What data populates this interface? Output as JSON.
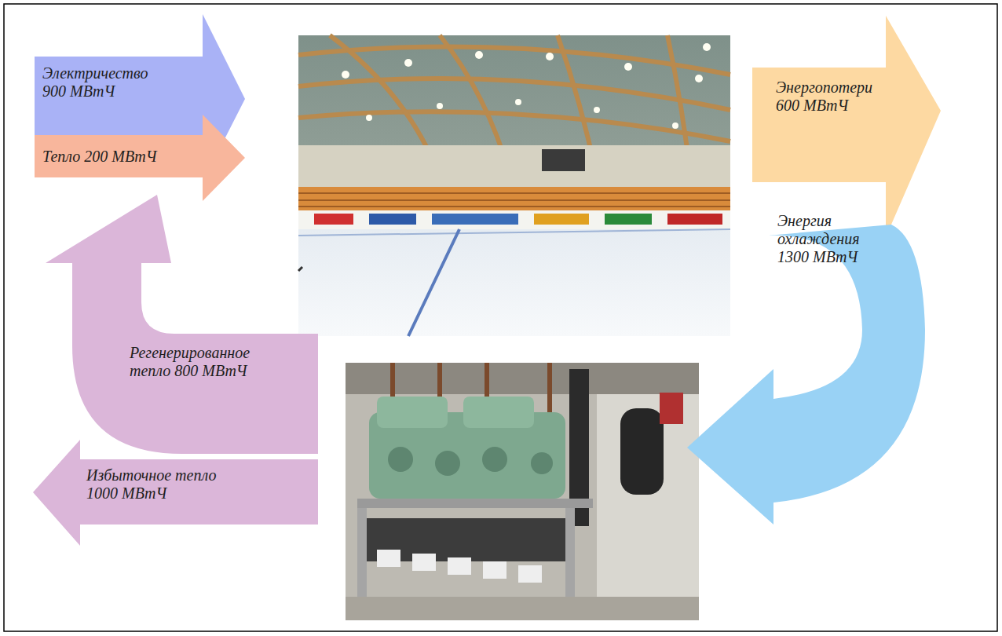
{
  "diagram": {
    "nodes": [
      {
        "text": [
          "Электричество 900 МВтЧ"
        ]
      },
      {
        "text": [
          "Тепло 200 МВтЧ"
        ]
      },
      {
        "text": [
          "Энергопотери 600 МВтЧ"
        ]
      },
      {
        "text": [
          "Энергия охлаждения 1300 МВтЧ"
        ]
      },
      {
        "text": [
          "Регенерированное тепло 800 МВтЧ"
        ]
      },
      {
        "text": [
          "Избыточное тепло 1000 МВтЧ"
        ]
      }
    ]
  }
}
